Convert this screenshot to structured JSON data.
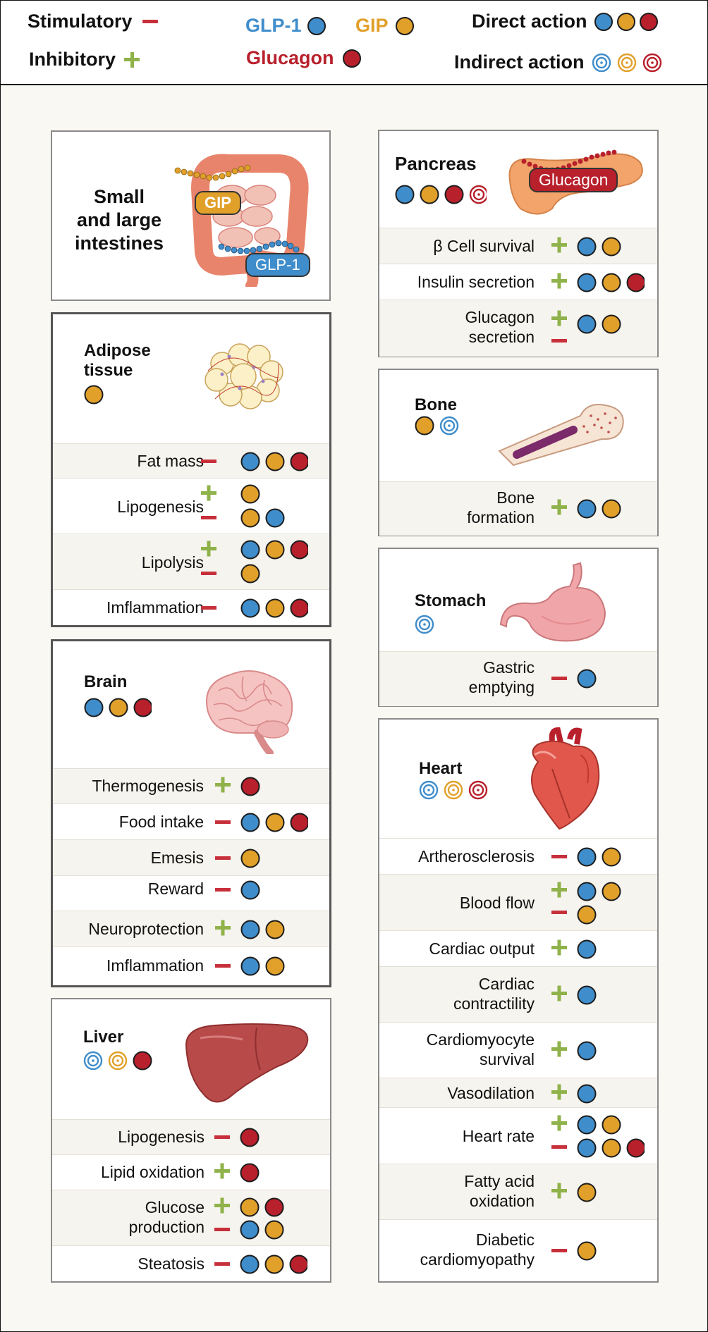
{
  "legend": {
    "stimulatory": "Stimulatory",
    "inhibitory": "Inhibitory",
    "glp1": "GLP-1",
    "gip": "GIP",
    "glucagon": "Glucagon",
    "direct": "Direct action",
    "indirect": "Indirect action"
  },
  "colors": {
    "glp1": "#3f8dcb",
    "gip": "#e1a02a",
    "glucagon": "#b8202c",
    "stimulatory": "#c7303b",
    "inhibitory": "#8fb24a"
  },
  "intestine": {
    "title_1": "Small",
    "title_2": "and large",
    "title_3": "intestines",
    "gip_tag": "GIP",
    "glp_tag": "GLP-1"
  },
  "adipose": {
    "title_1": "Adipose",
    "title_2": "tissue",
    "rows": [
      "Fat mass",
      "Lipogenesis",
      "Lipolysis",
      "Imflammation"
    ]
  },
  "brain": {
    "title": "Brain",
    "rows": [
      "Thermogenesis",
      "Food intake",
      "Emesis",
      "Reward",
      "Neuroprotection",
      "Imflammation"
    ]
  },
  "liver": {
    "title": "Liver",
    "rows": [
      "Lipogenesis",
      "Lipid oxidation",
      "Glucose",
      "production",
      "Steatosis"
    ]
  },
  "pancreas": {
    "title": "Pancreas",
    "tag": "Glucagon",
    "rows": [
      "β Cell survival",
      "Insulin secretion",
      "Glucagon",
      "secretion"
    ]
  },
  "bone": {
    "title": "Bone",
    "rows": [
      "Bone",
      "formation"
    ]
  },
  "stomach": {
    "title": "Stomach",
    "rows": [
      "Gastric",
      "emptying"
    ]
  },
  "heart": {
    "title": "Heart",
    "rows": [
      "Artherosclerosis",
      "Blood flow",
      "Cardiac output",
      "Cardiac",
      "contractility",
      "Cardiomyocyte",
      "survival",
      "Vasodilation",
      "Heart rate",
      "Fatty acid",
      "oxidation",
      "Diabetic",
      "cardiomyopathy"
    ]
  }
}
